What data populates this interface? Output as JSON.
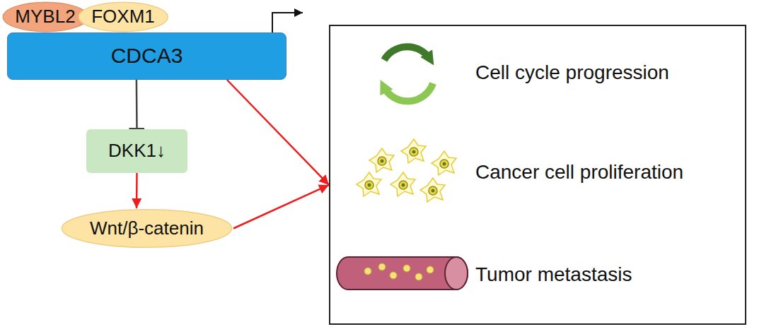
{
  "diagram": {
    "nodes": [
      {
        "text": [
          "MYBL2"
        ]
      },
      {
        "text": [
          "FOXM1"
        ]
      },
      {
        "text": [
          "CDCA3"
        ]
      },
      {
        "text": [
          "DKK1↓"
        ]
      },
      {
        "text": [
          "Wnt/β-catenin"
        ]
      },
      {
        "text": [
          "Cell cycle progression",
          "Cancer cell proliferation",
          "Tumor metastasis"
        ]
      }
    ],
    "edges": [
      {
        "from": 2,
        "to": 3,
        "arrow": "to"
      },
      {
        "from": 3,
        "to": 4,
        "arrow": "to"
      },
      {
        "from": 2,
        "to": 5,
        "arrow": "to"
      },
      {
        "from": 4,
        "to": 5,
        "arrow": "to"
      }
    ]
  }
}
